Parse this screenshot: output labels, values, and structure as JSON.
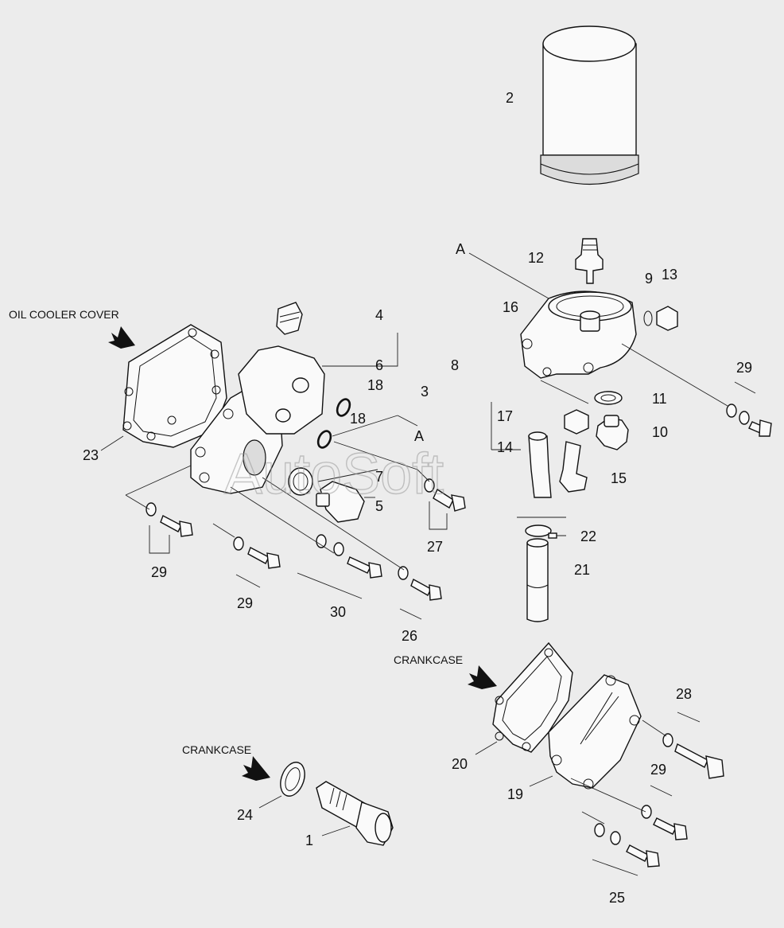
{
  "labels": {
    "p1": "1",
    "p2": "2",
    "p3": "3",
    "p4": "4",
    "p5": "5",
    "p6": "6",
    "p7": "7",
    "p8": "8",
    "p9": "9",
    "p10": "10",
    "p11": "11",
    "p12": "12",
    "p13": "13",
    "p14": "14",
    "p15": "15",
    "p16": "16",
    "p17": "17",
    "p18a": "18",
    "p18b": "18",
    "p19": "19",
    "p20": "20",
    "p21": "21",
    "p22": "22",
    "p23": "23",
    "p24": "24",
    "p25": "25",
    "p26": "26",
    "p27": "27",
    "p28": "28",
    "p29a": "29",
    "p29b": "29",
    "p29c": "29",
    "p29d": "29",
    "p30": "30",
    "refA1": "A",
    "refA2": "A"
  },
  "captions": {
    "oil_cooler_cover": "OIL COOLER COVER",
    "crankcase_top": "CRANKCASE",
    "crankcase_bottom": "CRANKCASE"
  },
  "watermark": "AutoSoft",
  "colors": {
    "background": "#ececec",
    "line": "#111111",
    "watermark": "#9a9a9a"
  }
}
